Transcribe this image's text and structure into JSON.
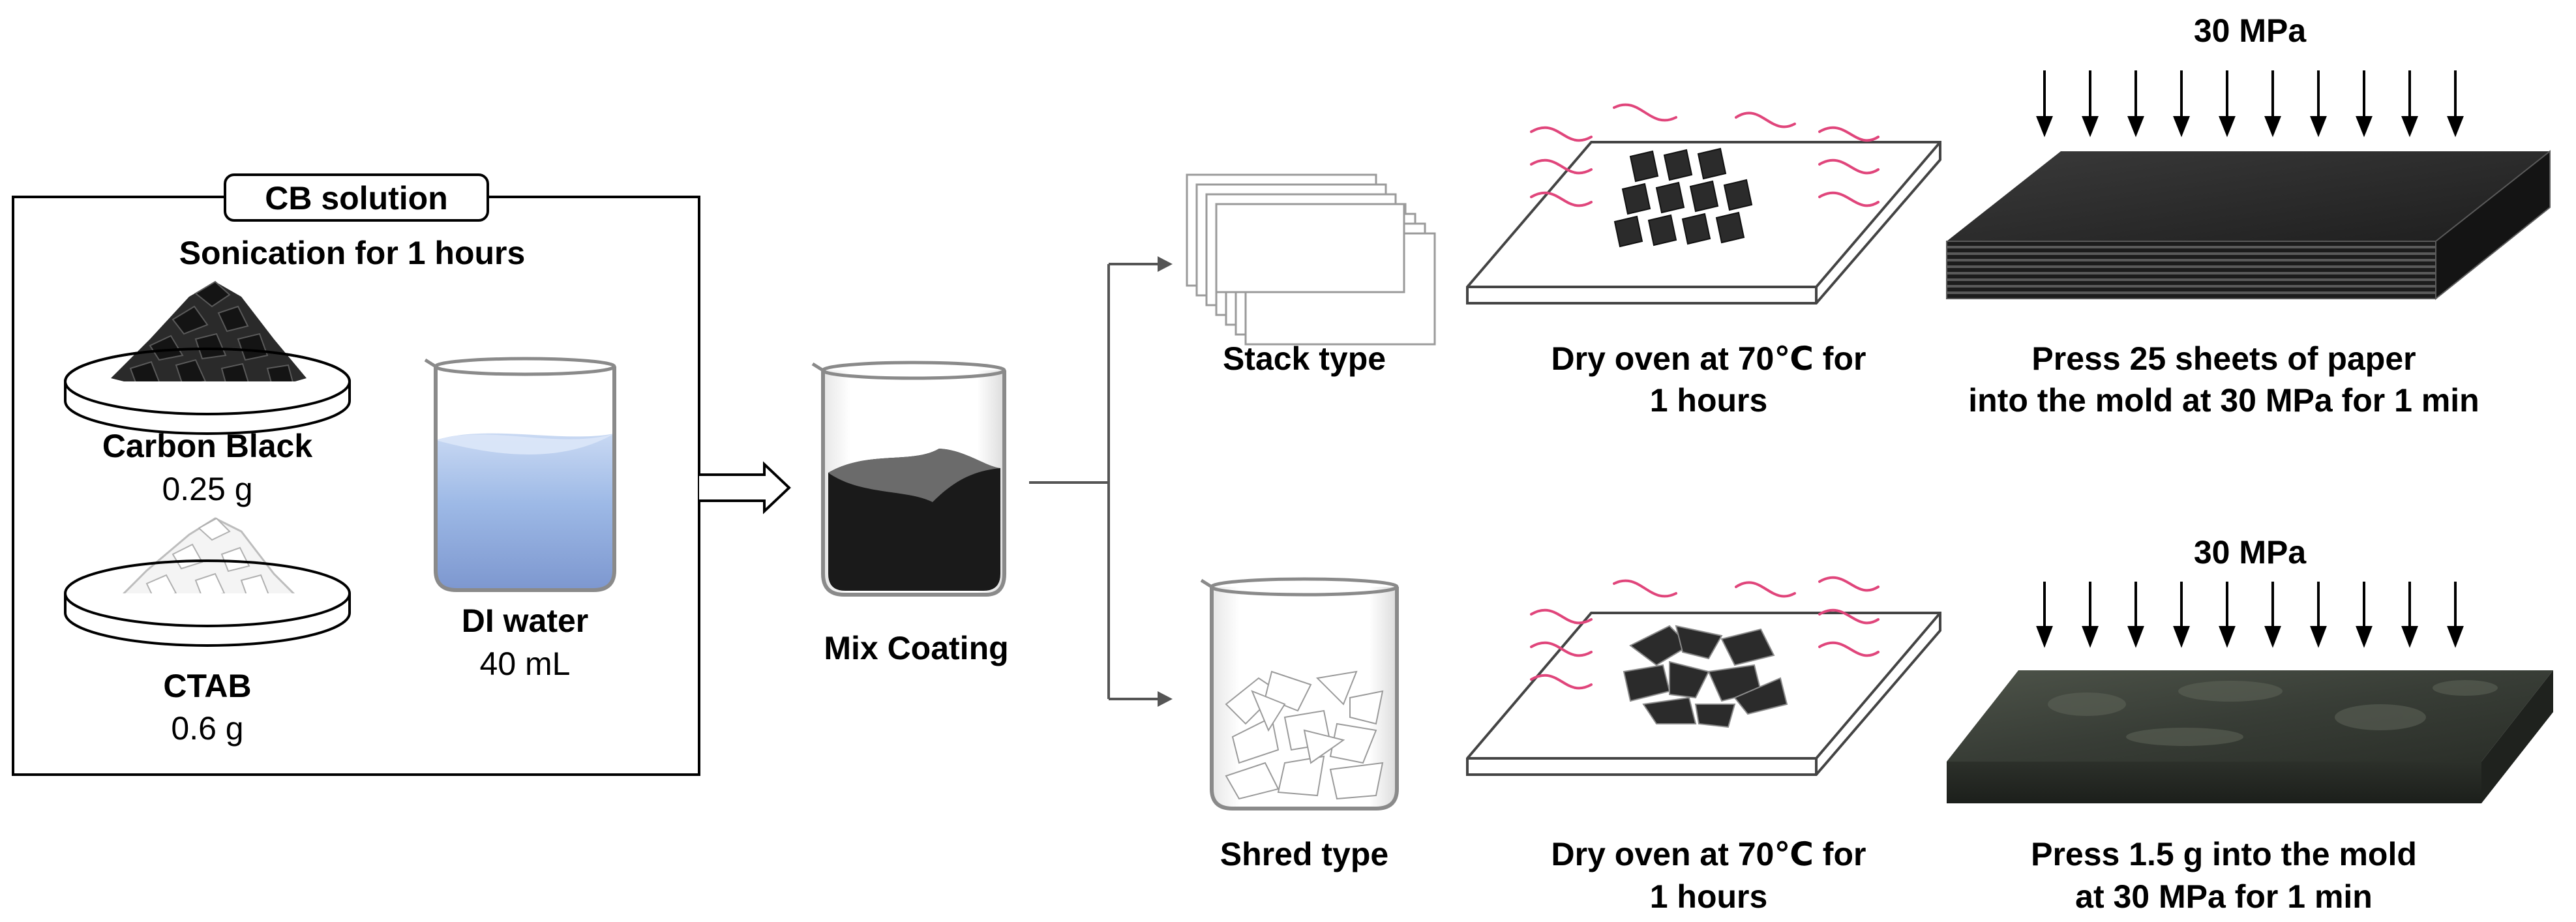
{
  "cb_solution": {
    "title": "CB solution",
    "subtitle": "Sonication for 1 hours",
    "carbon_black": {
      "name": "Carbon Black",
      "amount": "0.25 g"
    },
    "ctab": {
      "name": "CTAB",
      "amount": "0.6 g"
    },
    "water": {
      "name": "DI water",
      "amount": "40 mL"
    }
  },
  "mix": {
    "label": "Mix Coating"
  },
  "stack": {
    "type_label": "Stack type",
    "dry_line1": "Dry oven at 70℃ for",
    "dry_line2": "1 hours",
    "pressure": "30 MPa",
    "press_line1": "Press 25 sheets of paper",
    "press_line2": "into the  mold at 30 MPa for 1 min"
  },
  "shred": {
    "type_label": "Shred type",
    "dry_line1": "Dry oven at 70℃ for",
    "dry_line2": "1 hours",
    "pressure": "30 MPa",
    "press_line1": "Press 1.5 g into the  mold",
    "press_line2": "at 30 MPa for 1 min"
  },
  "colors": {
    "heat_wave": "#e0457b",
    "water": "#8faee0",
    "black_mix": "#1a1a1a",
    "mold_dark": "#2a2a2a"
  }
}
